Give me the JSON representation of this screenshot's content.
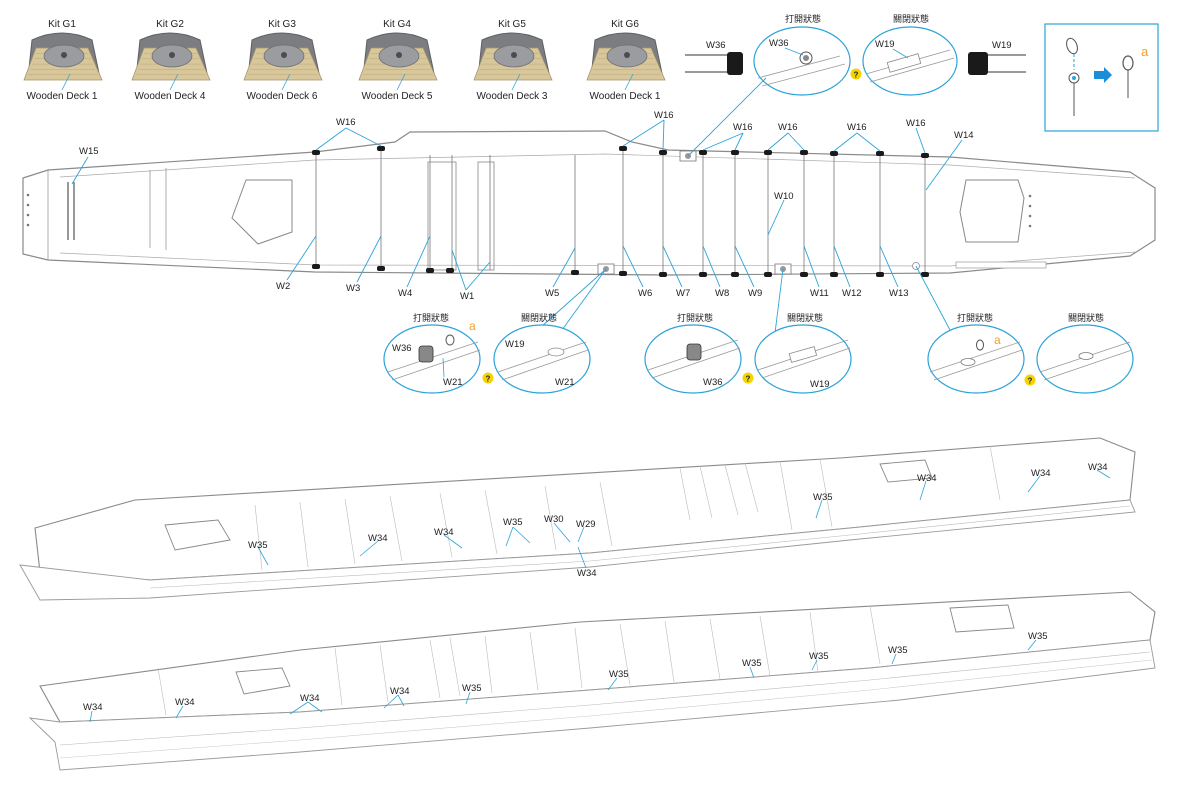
{
  "kits": [
    {
      "title": "Kit G1",
      "caption": "Wooden Deck 1"
    },
    {
      "title": "Kit G2",
      "caption": "Wooden Deck 4"
    },
    {
      "title": "Kit G3",
      "caption": "Wooden Deck 6"
    },
    {
      "title": "Kit G4",
      "caption": "Wooden Deck 5"
    },
    {
      "title": "Kit G5",
      "caption": "Wooden Deck 3"
    },
    {
      "title": "Kit G6",
      "caption": "Wooden Deck 1"
    }
  ],
  "states": {
    "open": "打開狀態",
    "closed": "關閉狀態"
  },
  "help_mark": "?",
  "step_mark": "a",
  "parts": {
    "W1": "W1",
    "W2": "W2",
    "W3": "W3",
    "W4": "W4",
    "W5": "W5",
    "W6": "W6",
    "W7": "W7",
    "W8": "W8",
    "W9": "W9",
    "W10": "W10",
    "W11": "W11",
    "W12": "W12",
    "W13": "W13",
    "W14": "W14",
    "W15": "W15",
    "W16": "W16",
    "W19": "W19",
    "W21": "W21",
    "W29": "W29",
    "W30": "W30",
    "W34": "W34",
    "W35": "W35",
    "W36": "W36"
  },
  "colors": {
    "leader": "#2ba3d9",
    "outline": "#8a8a8a",
    "tire": "#1a1a1a",
    "help_bg": "#f5d400",
    "accent": "#f0a030",
    "deck_wood": "#d9c79c",
    "deck_grey": "#7b7d80"
  }
}
